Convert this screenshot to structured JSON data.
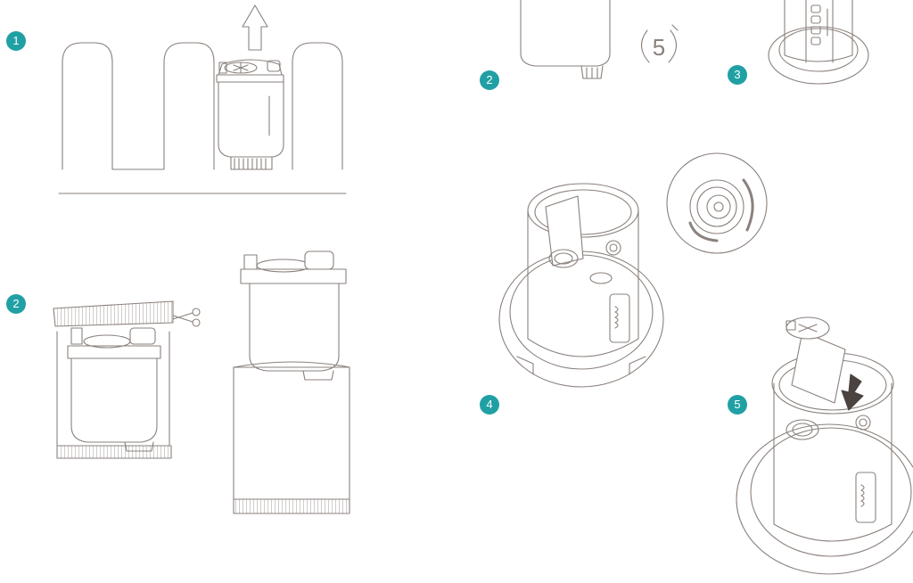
{
  "colors": {
    "accent": "#20a0a4",
    "line": "#8a817c",
    "fill_light": "#ece8e5",
    "fill_mid": "#d6d0cb"
  },
  "steps": {
    "step1_left": "1",
    "step2_left": "2",
    "step2_right": "2",
    "step3": "3",
    "step4": "4",
    "step5": "5"
  },
  "timer_value": "5",
  "icons": [
    "arrow-up-icon",
    "scissors-icon",
    "arrow-down-icon",
    "timer-icon"
  ]
}
